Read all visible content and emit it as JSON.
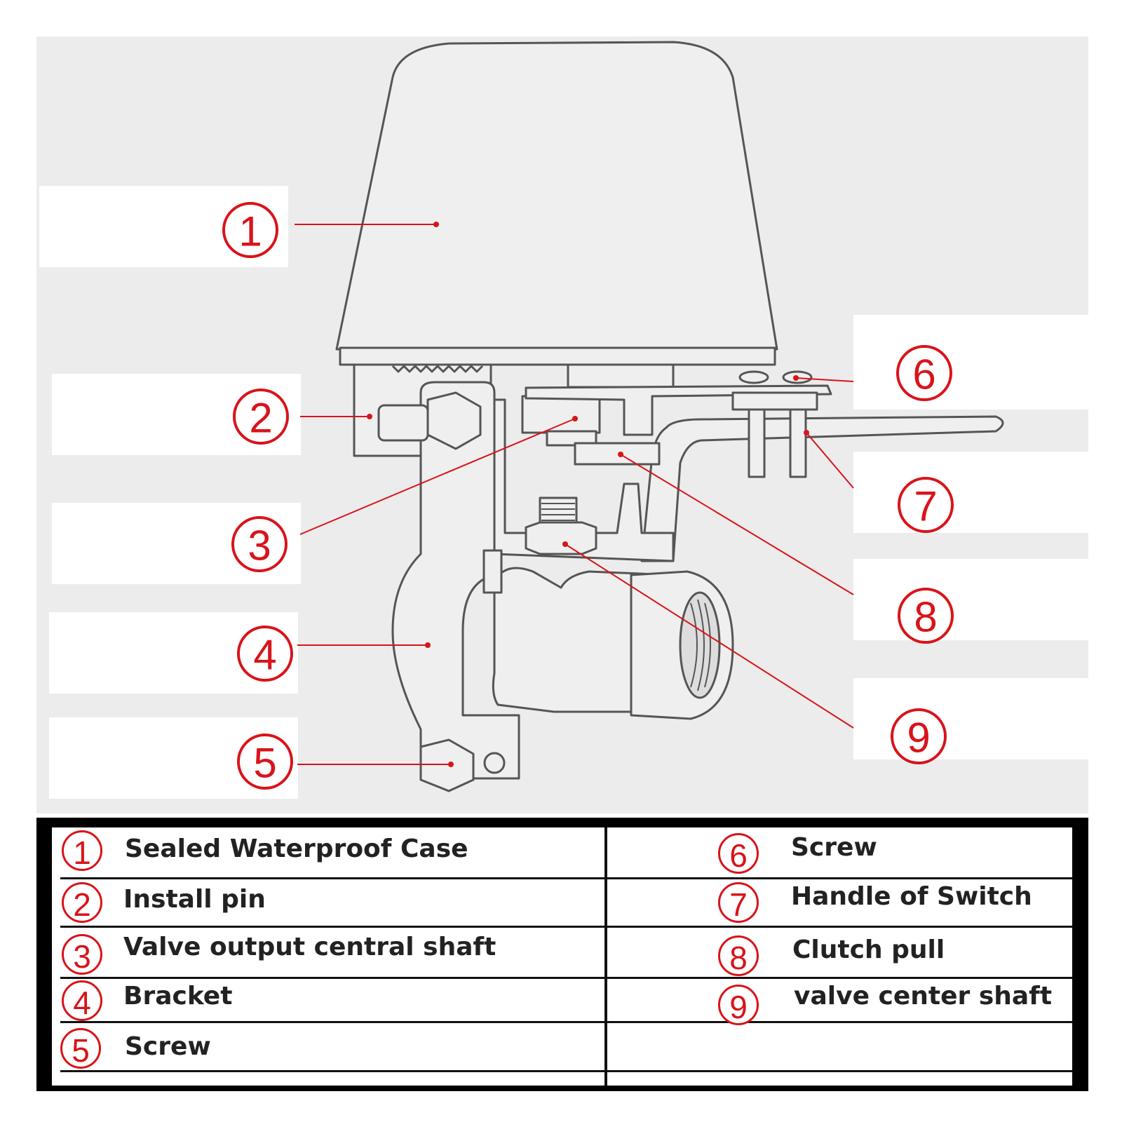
{
  "callouts": [
    "1",
    "2",
    "3",
    "4",
    "5",
    "6",
    "7",
    "8",
    "9"
  ],
  "legend": {
    "left": [
      {
        "num": "1",
        "label": "Sealed Waterproof Case"
      },
      {
        "num": "2",
        "label": "Install pin"
      },
      {
        "num": "3",
        "label": "Valve output central shaft"
      },
      {
        "num": "4",
        "label": "Bracket"
      },
      {
        "num": "5",
        "label": "Screw"
      }
    ],
    "right": [
      {
        "num": "6",
        "label": "Screw"
      },
      {
        "num": "7",
        "label": "Handle of Switch"
      },
      {
        "num": "8",
        "label": "Clutch pull"
      },
      {
        "num": "9",
        "label": "valve center shaft"
      }
    ]
  },
  "colors": {
    "accent": "#d8141a",
    "panel": "#ececec",
    "line": "#555555"
  }
}
